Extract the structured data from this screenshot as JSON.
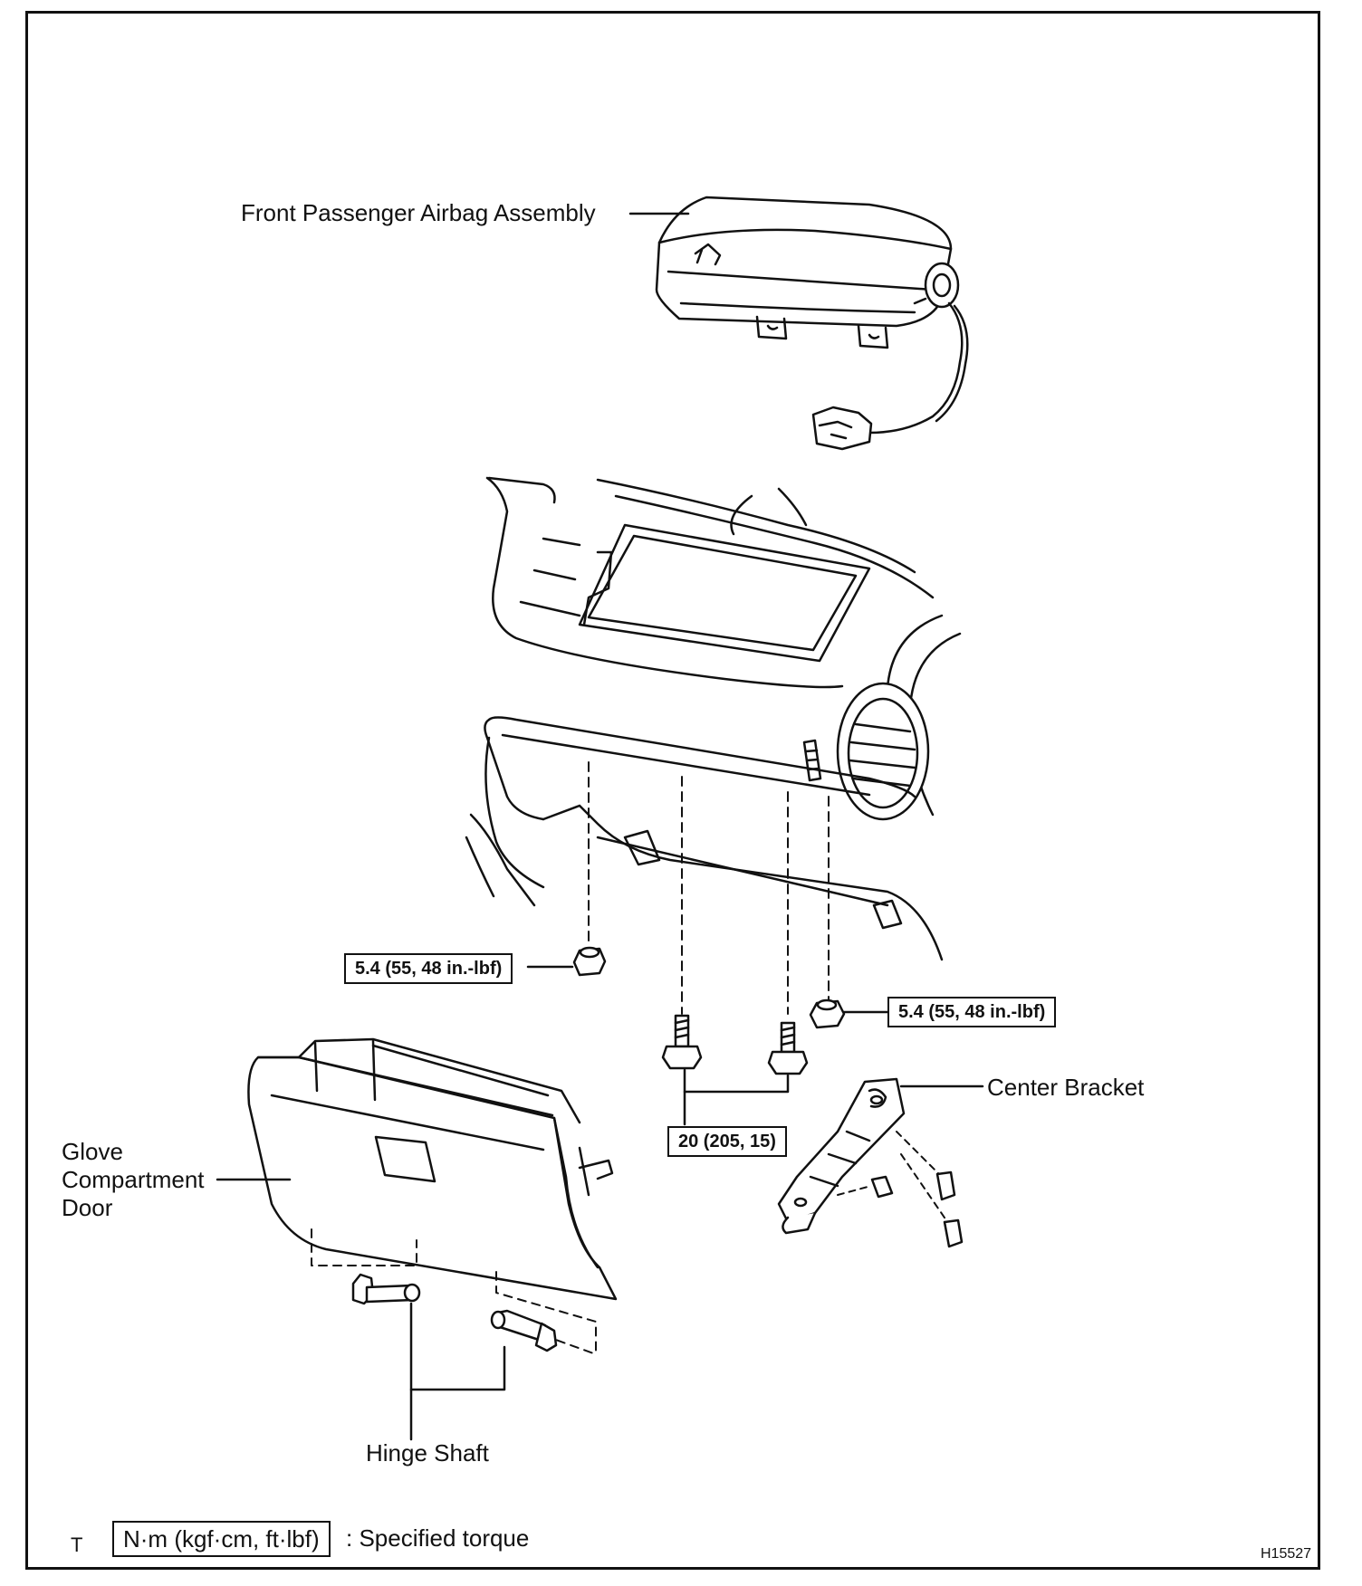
{
  "labels": {
    "airbag": "Front Passenger Airbag Assembly",
    "center_bracket": "Center Bracket",
    "glove_line1": "Glove",
    "glove_line2": "Compartment",
    "glove_line3": "Door",
    "hinge_shaft": "Hinge Shaft"
  },
  "torque": {
    "left_nut": "5.4 (55, 48 in.-lbf)",
    "right_nut": "5.4 (55, 48 in.-lbf)",
    "bolts": "20 (205, 15)"
  },
  "legend": {
    "marker": "T",
    "unit_box": "N·m (kgf·cm, ft·lbf)",
    "description": ": Specified torque"
  },
  "figure_id": "H15527"
}
